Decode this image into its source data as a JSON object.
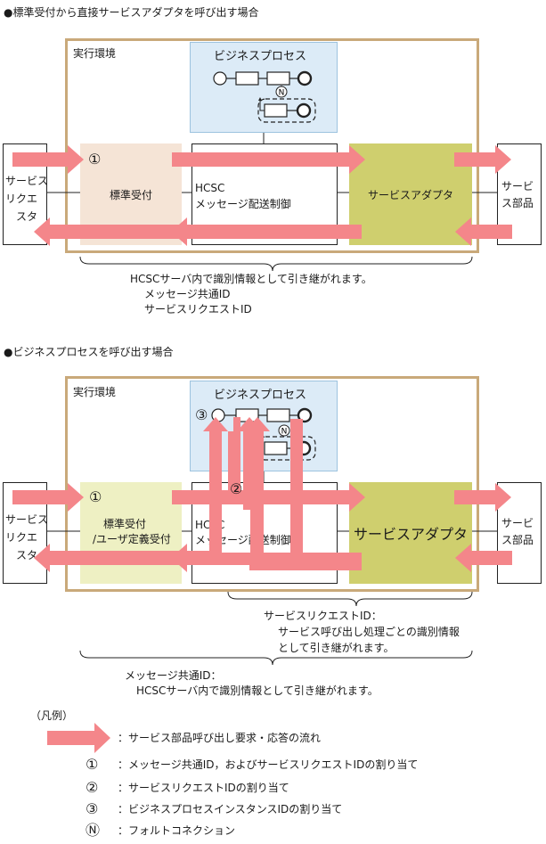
{
  "section1": {
    "title": "●標準受付から直接サービスアダプタを呼び出す場合",
    "env_label": "実行環境",
    "process_label": "ビジネスプロセス",
    "requester_lines": [
      "サービス",
      "リクエ",
      "スタ"
    ],
    "standard_reception": "標準受付",
    "hcsc_line1": "HCSC",
    "hcsc_line2": "メッセージ配送制御",
    "adapter": "サービスアダプタ",
    "component_lines": [
      "サービ",
      "ス部品"
    ],
    "marker": "①",
    "note_lines": [
      "HCSCサーバ内で識別情報として引き継がれます。",
      "メッセージ共通ID",
      "サービスリクエストID"
    ]
  },
  "section2": {
    "title": "●ビジネスプロセスを呼び出す場合",
    "env_label": "実行環境",
    "process_label": "ビジネスプロセス",
    "requester_lines": [
      "サービス",
      "リクエ",
      "スタ"
    ],
    "reception_line1": "標準受付",
    "reception_line2": "/ユーザ定義受付",
    "hcsc_line1": "HCSC",
    "hcsc_line2": "メッセージ配送制御",
    "adapter": "サービスアダプタ",
    "component_lines": [
      "サービ",
      "ス部品"
    ],
    "marker1": "①",
    "marker2": "②",
    "marker3": "③",
    "note1_lines": [
      "サービスリクエストID：",
      "サービス呼び出し処理ごとの識別情報",
      "として引き継がれます。"
    ],
    "note2_lines": [
      "メッセージ共通ID：",
      "HCSCサーバ内で識別情報として引き継がれます。"
    ]
  },
  "legend": {
    "title": "（凡例）",
    "items": [
      {
        "symbol": "arrow",
        "text": "：サービス部品呼び出し要求・応答の流れ"
      },
      {
        "symbol": "①",
        "text": "：メッセージ共通ID，およびサービスリクエストIDの割り当て"
      },
      {
        "symbol": "②",
        "text": "：サービスリクエストIDの割り当て"
      },
      {
        "symbol": "③",
        "text": "：ビジネスプロセスインスタンスIDの割り当て"
      },
      {
        "symbol": "Ⓝ",
        "text": "：フォルトコネクション"
      }
    ]
  },
  "colors": {
    "arrow": "#f4868a",
    "env_border": "#c9a97a",
    "process_bg": "#dcebf7",
    "adapter_bg": "#cfcf6e",
    "reception_bg_1": "#f5e4d6",
    "reception_bg_2": "#eef0c3"
  }
}
